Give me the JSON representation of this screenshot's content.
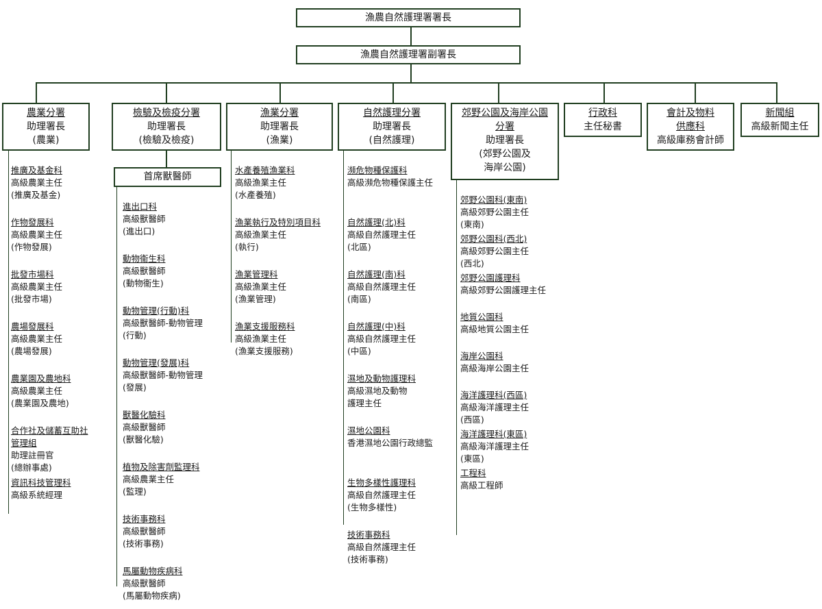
{
  "top": {
    "director": "漁農自然護理署署長",
    "deputy": "漁農自然護理署副署長"
  },
  "branches": [
    {
      "title": "農業分署",
      "lines": [
        "助理署長",
        "(農業)"
      ]
    },
    {
      "title": "檢驗及檢疫分署",
      "lines": [
        "助理署長",
        "(檢驗及檢疫)"
      ]
    },
    {
      "title": "漁業分署",
      "lines": [
        "助理署長",
        "(漁業)"
      ]
    },
    {
      "title": "自然護理分署",
      "lines": [
        "助理署長",
        "(自然護理)"
      ]
    },
    {
      "title": "郊野公園及海岸公園",
      "title2": "分署",
      "lines": [
        "助理署長",
        "(郊野公園及",
        "海岸公園)"
      ]
    },
    {
      "title": "行政科",
      "lines": [
        "主任秘書"
      ]
    },
    {
      "title": "會計及物料",
      "title2": "供應科",
      "lines": [
        "高級庫務會計師"
      ]
    },
    {
      "title": "新聞組",
      "lines": [
        "高級新聞主任"
      ]
    }
  ],
  "chief_vet": "首席獸醫師",
  "sections": {
    "agri": [
      {
        "title": "推廣及基金科",
        "lines": [
          "高級農業主任",
          "(推廣及基金)"
        ]
      },
      {
        "title": "作物發展科",
        "lines": [
          "高級農業主任",
          "(作物發展)"
        ]
      },
      {
        "title": "批發市場科",
        "lines": [
          "高級農業主任",
          "(批發市場)"
        ]
      },
      {
        "title": "農場發展科",
        "lines": [
          "高級農業主任",
          "(農場發展)"
        ]
      },
      {
        "title": "農業園及農地科",
        "lines": [
          "高級農業主任",
          "(農業園及農地)"
        ]
      },
      {
        "title": "合作社及儲蓄互助社",
        "title2": "管理組",
        "lines": [
          "助理註冊官",
          "(總辦事處)"
        ]
      },
      {
        "title": "資訊科技管理科",
        "lines": [
          "高級系統經理"
        ]
      }
    ],
    "insp": [
      {
        "title": "進出口科",
        "lines": [
          "高級獸醫師",
          "(進出口)"
        ]
      },
      {
        "title": "動物衞生科",
        "lines": [
          "高級獸醫師",
          "(動物衞生)"
        ]
      },
      {
        "title": "動物管理(行動)科",
        "lines": [
          "高級獸醫師-動物管理",
          "(行動)"
        ]
      },
      {
        "title": "動物管理(發展)科",
        "lines": [
          "高級獸醫師-動物管理",
          "(發展)"
        ]
      },
      {
        "title": "獸醫化驗科",
        "lines": [
          "高級獸醫師",
          "(獸醫化驗)"
        ]
      },
      {
        "title": "植物及除害劑監理科",
        "lines": [
          "高級農業主任",
          "(監理)"
        ]
      },
      {
        "title": "技術事務科",
        "lines": [
          "高級獸醫師",
          "(技術事務)"
        ]
      },
      {
        "title": "馬屬動物疾病科",
        "lines": [
          "高級獸醫師",
          "(馬屬動物疾病)"
        ]
      }
    ],
    "fish": [
      {
        "title": "水產養殖漁業科",
        "lines": [
          "高級漁業主任",
          "(水產養殖)"
        ]
      },
      {
        "title": "漁業執行及特別項目科",
        "lines": [
          "高級漁業主任",
          "(執行)"
        ]
      },
      {
        "title": "漁業管理科",
        "lines": [
          "高級漁業主任",
          "(漁業管理)"
        ]
      },
      {
        "title": "漁業支援服務科",
        "lines": [
          "高級漁業主任",
          "(漁業支援服務)"
        ]
      }
    ],
    "nature": [
      {
        "title": "瀕危物種保護科",
        "lines": [
          "高級瀕危物種保護主任"
        ]
      },
      {
        "title": "自然護理(北)科",
        "lines": [
          "高級自然護理主任",
          "(北區)"
        ]
      },
      {
        "title": "自然護理(南)科",
        "lines": [
          "高級自然護理主任",
          "(南區)"
        ]
      },
      {
        "title": "自然護理(中)科",
        "lines": [
          "高級自然護理主任",
          "(中區)"
        ]
      },
      {
        "title": "濕地及動物護理科",
        "lines": [
          "高級濕地及動物",
          "護理主任"
        ]
      },
      {
        "title": "濕地公園科",
        "lines": [
          "香港濕地公園行政總監"
        ]
      },
      {
        "title": "生物多樣性護理科",
        "lines": [
          "高級自然護理主任",
          "(生物多樣性)"
        ]
      },
      {
        "title": "技術事務科",
        "lines": [
          "高級自然護理主任",
          "(技術事務)"
        ]
      }
    ],
    "parks": [
      {
        "title": "郊野公園科(東南)",
        "lines": [
          "高級郊野公園主任",
          "(東南)"
        ]
      },
      {
        "title": "郊野公園科(西北)",
        "lines": [
          "高級郊野公園主任",
          "(西北)"
        ]
      },
      {
        "title": "郊野公園護理科",
        "lines": [
          "高級郊野公園護理主任"
        ]
      },
      {
        "title": "地質公園科",
        "lines": [
          "高級地質公園主任"
        ]
      },
      {
        "title": "海岸公園科",
        "lines": [
          "高級海岸公園主任"
        ]
      },
      {
        "title": "海洋護理科(西區)",
        "lines": [
          "高級海洋護理主任",
          "(西區)"
        ]
      },
      {
        "title": "海洋護理科(東區)",
        "lines": [
          "高級海洋護理主任",
          "(東區)"
        ]
      },
      {
        "title": "工程科",
        "lines": [
          "高級工程師"
        ]
      }
    ]
  }
}
